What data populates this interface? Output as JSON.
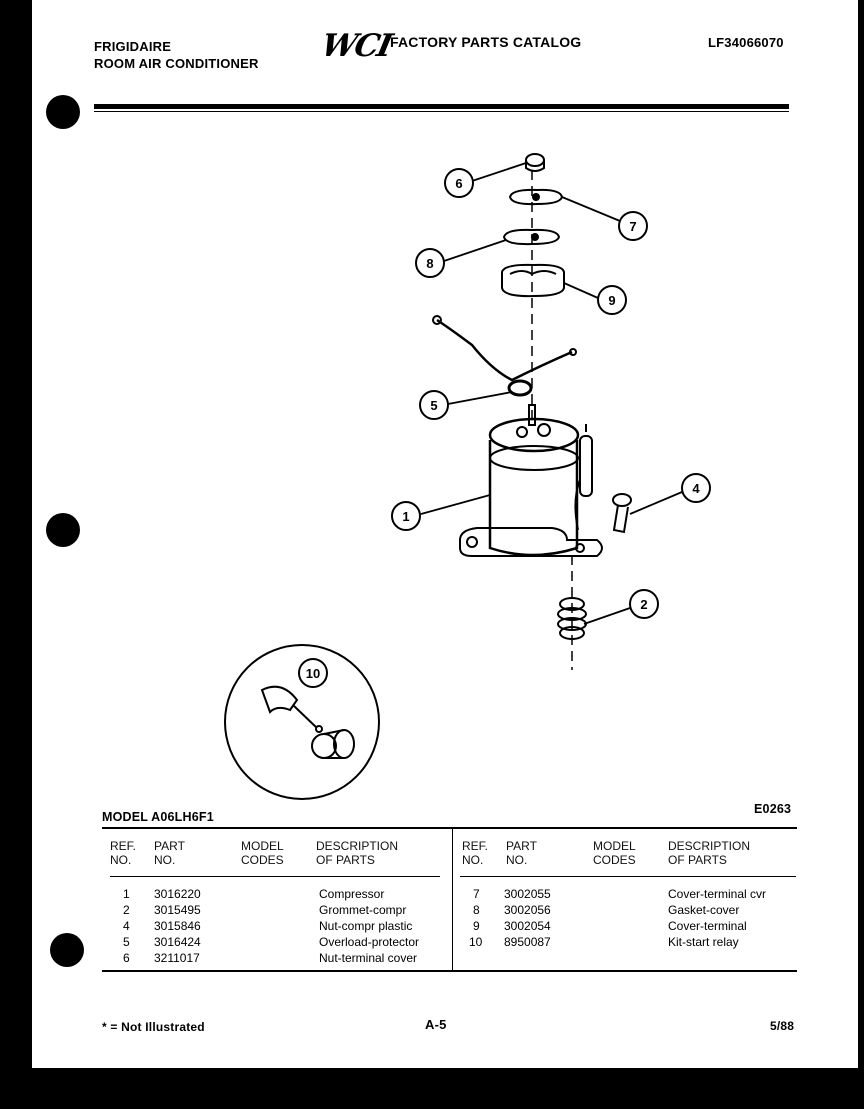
{
  "header": {
    "brand_line1": "FRIGIDAIRE",
    "brand_line2": "ROOM AIR CONDITIONER",
    "logo_text": "WCI",
    "catalog_title": "FACTORY PARTS CATALOG",
    "document_number": "LF34066070"
  },
  "diagram": {
    "callouts": [
      "6",
      "7",
      "8",
      "9",
      "5",
      "4",
      "1",
      "2",
      "10"
    ]
  },
  "parts_section": {
    "model_label": "MODEL A06LH6F1",
    "drawing_code": "E0263",
    "columns": {
      "ref_no": "REF.\nNO.",
      "part_no": "PART\nNO.",
      "model_codes": "MODEL\nCODES",
      "description": "DESCRIPTION\nOF PARTS"
    },
    "left_rows": [
      {
        "ref": "1",
        "part": "3016220",
        "desc": "Compressor"
      },
      {
        "ref": "2",
        "part": "3015495",
        "desc": "Grommet-compr"
      },
      {
        "ref": "4",
        "part": "3015846",
        "desc": "Nut-compr plastic"
      },
      {
        "ref": "5",
        "part": "3016424",
        "desc": "Overload-protector"
      },
      {
        "ref": "6",
        "part": "3211017",
        "desc": "Nut-terminal cover"
      }
    ],
    "right_rows": [
      {
        "ref": "7",
        "part": "3002055",
        "desc": "Cover-terminal cvr"
      },
      {
        "ref": "8",
        "part": "3002056",
        "desc": "Gasket-cover"
      },
      {
        "ref": "9",
        "part": "3002054",
        "desc": "Cover-terminal"
      },
      {
        "ref": "10",
        "part": "8950087",
        "desc": "Kit-start relay"
      }
    ]
  },
  "footer": {
    "footnote": "* = Not Illustrated",
    "page_number": "A-5",
    "date": "5/88"
  }
}
